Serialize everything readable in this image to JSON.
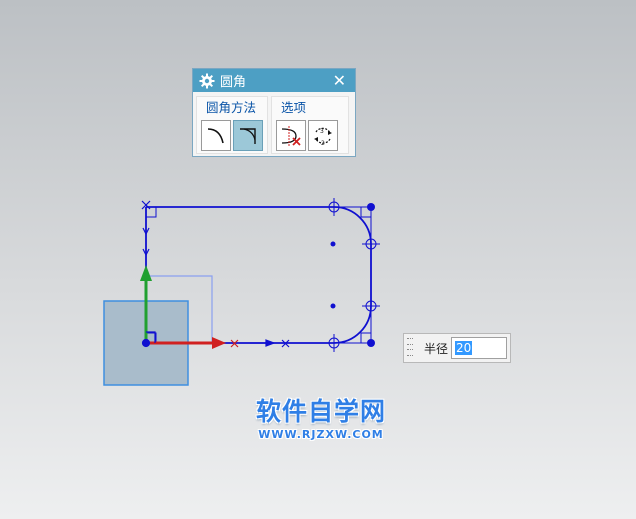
{
  "dialog": {
    "title": "圆角",
    "close_symbol": "✕",
    "method_group_label": "圆角方法",
    "options_group_label": "选项",
    "method_buttons": [
      {
        "icon": "trim-fillet-icon",
        "active": false
      },
      {
        "icon": "untrim-fillet-icon",
        "active": true
      }
    ],
    "option_buttons": [
      {
        "icon": "delete-third-curve-icon"
      },
      {
        "icon": "create-alternate-fillet-icon",
        "badge_top": "3",
        "badge_bottom": "2"
      }
    ]
  },
  "radius_input": {
    "label": "半径",
    "value": "20"
  },
  "colors": {
    "sketch_curve": "#1010d0",
    "x_axis": "#d02020",
    "y_axis": "#20a030",
    "dialog_title": "#4d9fc4",
    "selected_text": "#3399ff"
  },
  "watermark": {
    "title": "软件自学网",
    "url": "WWW.RJZXW.COM"
  }
}
